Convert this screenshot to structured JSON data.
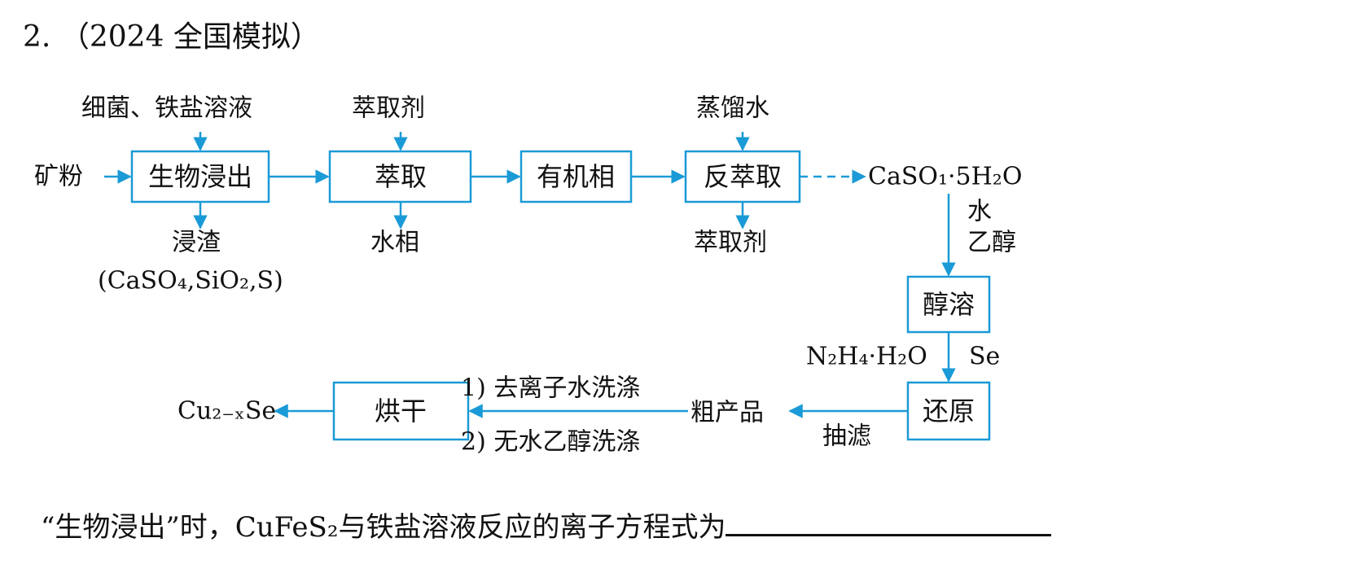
{
  "question": {
    "number": "2.",
    "source": "（2024 全国模拟）",
    "stem_before": "“生物浸出”时，",
    "stem_formula": "CuFeS₂",
    "stem_after": "与铁盐溶液反应的离子方程式为"
  },
  "flowchart": {
    "colors": {
      "line": "#1a9ad6",
      "text": "#111111"
    },
    "nodes": {
      "bioleach": "生物浸出",
      "extract": "萃取",
      "organic": "有机相",
      "strip": "反萃取",
      "alcohol": "醇溶",
      "reduce": "还原",
      "dry": "烘干"
    },
    "labels": {
      "ore": "矿粉",
      "bacteria": "细菌、铁盐溶液",
      "residue": "浸渣",
      "residue_comp": "(CaSO₄,SiO₂,S)",
      "extractant_in": "萃取剂",
      "aqueous": "水相",
      "distilled_water": "蒸馏水",
      "extractant_out": "萃取剂",
      "product1": "CaSO₁·5H₂O",
      "water": "水",
      "ethanol": "乙醇",
      "hydrazine": "N₂H₄·H₂O",
      "se": "Se",
      "filter": "抽滤",
      "crude": "粗产品",
      "wash1": "1) 去离子水洗涤",
      "wash2": "2) 无水乙醇洗涤",
      "final": "Cu₂₋ₓSe"
    }
  }
}
